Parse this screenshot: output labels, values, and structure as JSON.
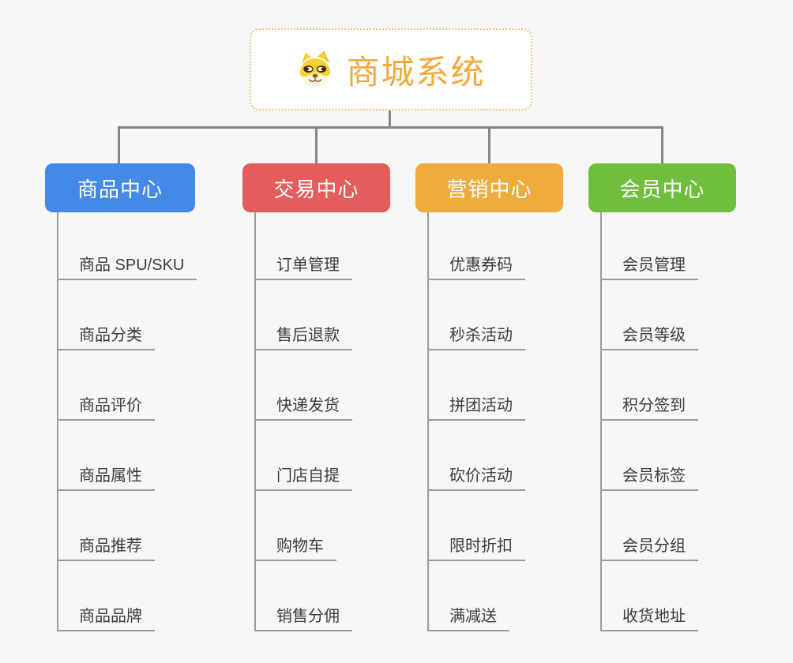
{
  "canvas": {
    "background": "#f7f7f7",
    "connector_color": "#868686",
    "underline_color": "#9b9b9b",
    "item_text_color": "#3b3b40"
  },
  "root": {
    "title": "商城系统",
    "icon": "dog-face-icon",
    "background": "#ffffff",
    "border_color": "#f2c170",
    "text_color": "#f2a93e"
  },
  "branches": [
    {
      "label": "商品中心",
      "color": "#4589e8",
      "children": [
        "商品 SPU/SKU",
        "商品分类",
        "商品评价",
        "商品属性",
        "商品推荐",
        "商品品牌"
      ]
    },
    {
      "label": "交易中心",
      "color": "#e45c5c",
      "children": [
        "订单管理",
        "售后退款",
        "快递发货",
        "门店自提",
        "购物车",
        "销售分佣"
      ]
    },
    {
      "label": "营销中心",
      "color": "#eeac3c",
      "children": [
        "优惠券码",
        "秒杀活动",
        "拼团活动",
        "砍价活动",
        "限时折扣",
        "满减送"
      ]
    },
    {
      "label": "会员中心",
      "color": "#6fbe3e",
      "children": [
        "会员管理",
        "会员等级",
        "积分签到",
        "会员标签",
        "会员分组",
        "收货地址"
      ]
    }
  ]
}
